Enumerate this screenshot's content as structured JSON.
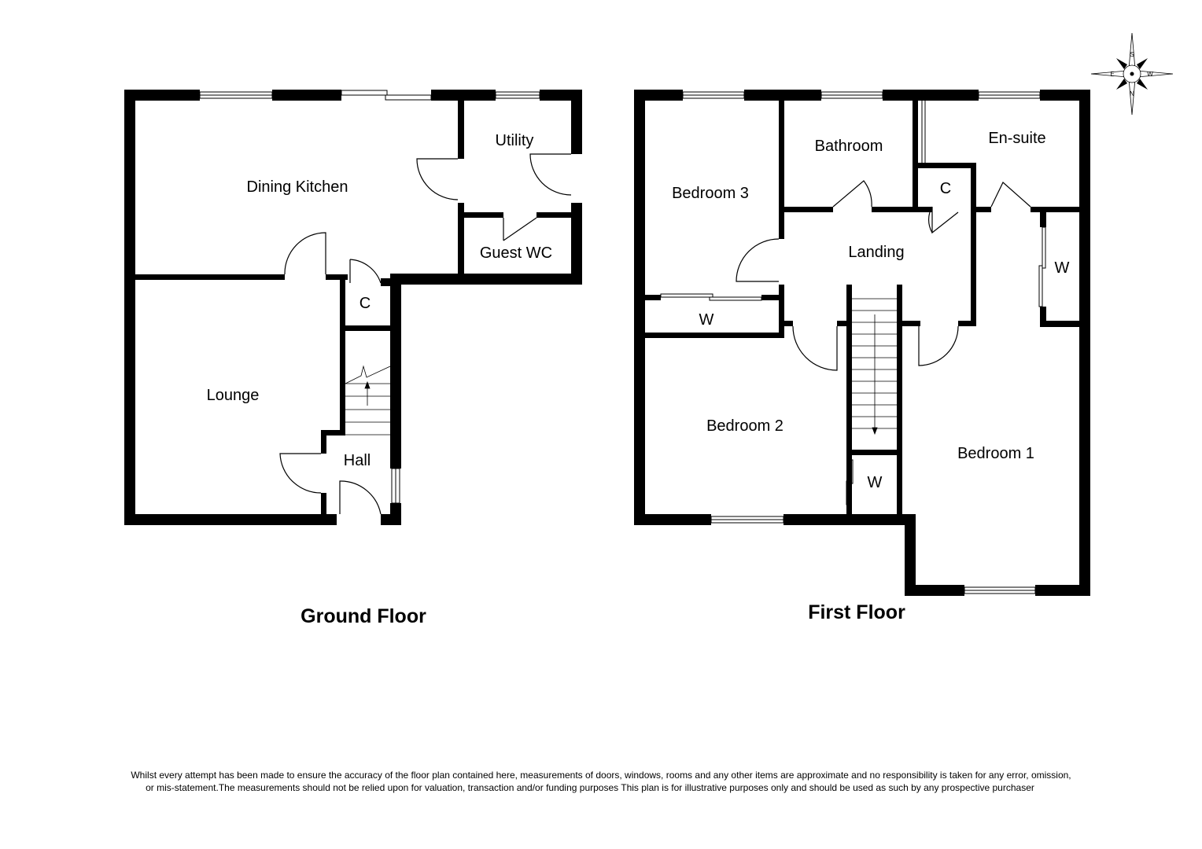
{
  "ground_floor": {
    "title": "Ground Floor",
    "rooms": {
      "dining_kitchen": "Dining Kitchen",
      "utility": "Utility",
      "guest_wc": "Guest WC",
      "cupboard": "C",
      "lounge": "Lounge",
      "hall": "Hall"
    }
  },
  "first_floor": {
    "title": "First Floor",
    "rooms": {
      "bedroom_3": "Bedroom 3",
      "bathroom": "Bathroom",
      "en_suite": "En-suite",
      "cupboard": "C",
      "landing": "Landing",
      "wardrobe_bedroom_3": "W",
      "wardrobe_bedroom_1": "W",
      "wardrobe_bedroom_2": "W",
      "bedroom_2": "Bedroom 2",
      "bedroom_1": "Bedroom 1"
    }
  },
  "compass": {
    "s": "S",
    "w": "W",
    "e": "E",
    "n": "N"
  },
  "disclaimer": {
    "line1": "Whilst every attempt has been made to ensure the accuracy of the floor plan contained here, measurements of doors, windows, rooms and any other items are approximate and no responsibility is taken for any error, omission,",
    "line2": "or mis-statement.The measurements should not be relied upon for valuation, transaction and/or funding purposes This plan is for illustrative purposes only and should be used as such by any prospective purchaser"
  }
}
